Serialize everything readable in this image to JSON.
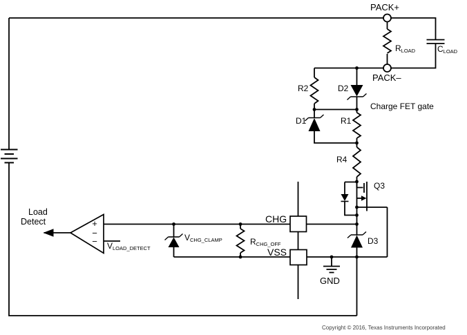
{
  "terminals": {
    "pack_plus": "PACK+",
    "pack_minus": "PACK–"
  },
  "components": {
    "r_load": {
      "ref": "R",
      "sub": "LOAD"
    },
    "c_load": {
      "ref": "C",
      "sub": "LOAD"
    },
    "r2": "R2",
    "d2": "D2",
    "d1": "D1",
    "r1": "R1",
    "r4": "R4",
    "q3": "Q3",
    "d3": "D3",
    "v_chg_clamp": {
      "ref": "V",
      "sub": "CHG_CLAMP"
    },
    "r_chg_off": {
      "ref": "R",
      "sub": "CHG_OFF"
    },
    "v_load_detect": {
      "ref": "V",
      "sub": "LOAD_DETECT"
    }
  },
  "pins": {
    "chg": "CHG",
    "vss": "VSS"
  },
  "annotations": {
    "charge_fet_gate": "Charge FET gate",
    "load_detect_line1": "Load",
    "load_detect_line2": "Detect",
    "gnd": "GND",
    "opamp_plus": "+",
    "opamp_minus": "−"
  },
  "footer": {
    "copyright": "Copyright © 2016, Texas Instruments Incorporated"
  },
  "colors": {
    "line": "#000000",
    "text": "#000000",
    "copyright": "#3d3d3d",
    "background": "#ffffff"
  }
}
